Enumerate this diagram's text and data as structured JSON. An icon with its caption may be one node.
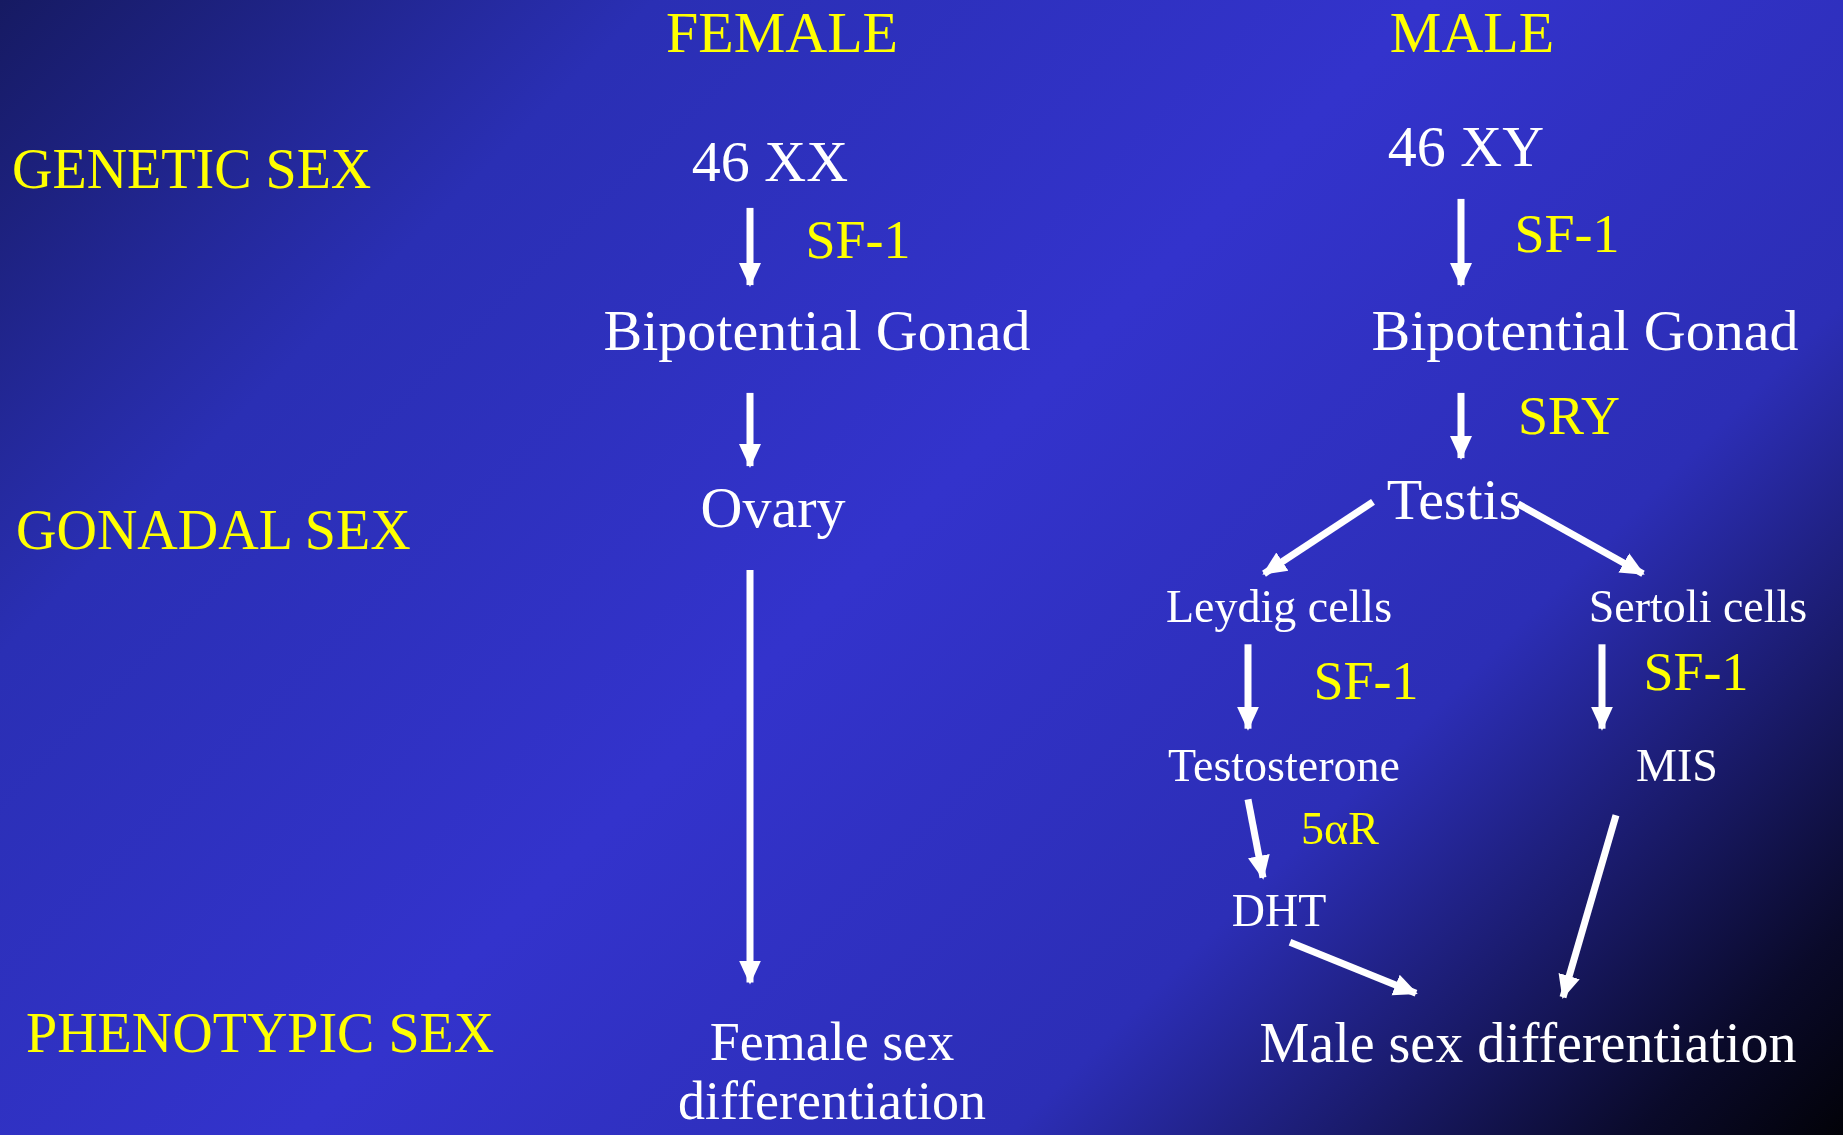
{
  "diagram": {
    "nodes": [
      {
        "text": [
          "46 XX"
        ]
      },
      {
        "text": [
          "Bipotential Gonad"
        ]
      },
      {
        "text": [
          "Ovary"
        ]
      },
      {
        "text": [
          "Female sex differentiation"
        ]
      },
      {
        "text": [
          "46 XY"
        ]
      },
      {
        "text": [
          "Bipotential Gonad"
        ]
      },
      {
        "text": [
          "Testis"
        ]
      },
      {
        "text": [
          "Leydig cells"
        ]
      },
      {
        "text": [
          "Sertoli cells"
        ]
      },
      {
        "text": [
          "Testosterone"
        ]
      },
      {
        "text": [
          "MIS"
        ]
      },
      {
        "text": [
          "DHT"
        ]
      },
      {
        "text": [
          "Male sex differentiation"
        ]
      }
    ],
    "edges": [
      {
        "from": 0,
        "to": 1,
        "arrow": "to",
        "label": "SF-1"
      },
      {
        "from": 1,
        "to": 2,
        "arrow": "to"
      },
      {
        "from": 2,
        "to": 3,
        "arrow": "to"
      },
      {
        "from": 4,
        "to": 5,
        "arrow": "to",
        "label": "SF-1"
      },
      {
        "from": 5,
        "to": 6,
        "arrow": "to",
        "label": "SRY"
      },
      {
        "from": 6,
        "to": 7,
        "arrow": "to"
      },
      {
        "from": 6,
        "to": 8,
        "arrow": "to"
      },
      {
        "from": 7,
        "to": 9,
        "arrow": "to",
        "label": "SF-1"
      },
      {
        "from": 8,
        "to": 10,
        "arrow": "to",
        "label": "SF-1"
      },
      {
        "from": 9,
        "to": 11,
        "arrow": "to",
        "label": "5αR"
      },
      {
        "from": 11,
        "to": 12,
        "arrow": "to"
      },
      {
        "from": 10,
        "to": 12,
        "arrow": "to"
      }
    ],
    "labels": [
      "FEMALE",
      "MALE",
      "GENETIC SEX",
      "GONADAL SEX",
      "PHENOTYPIC SEX"
    ]
  }
}
